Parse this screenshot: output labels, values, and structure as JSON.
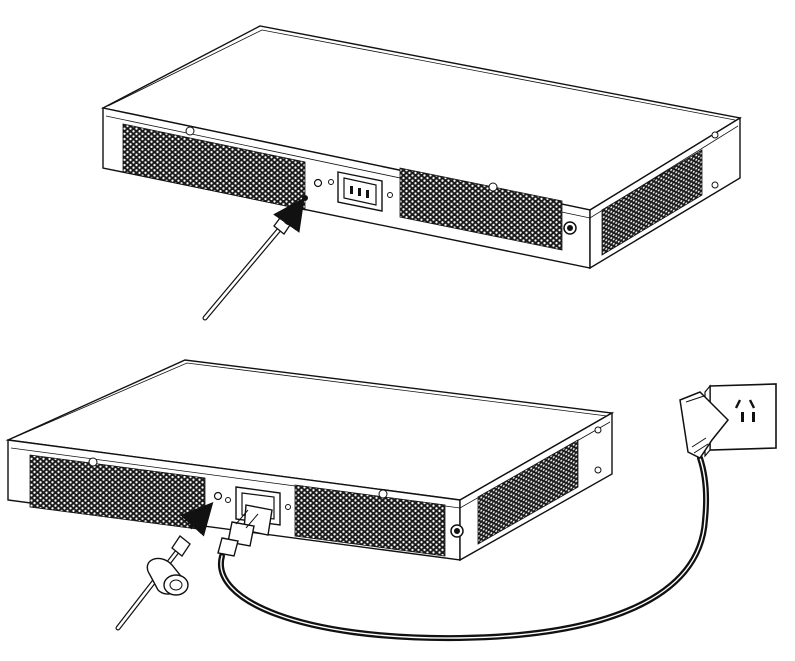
{
  "figure": {
    "steps": [
      {
        "device": "switch-chassis",
        "rear_features": [
          "vent-grille-left",
          "vent-grille-right",
          "ground-hole",
          "ac-power-inlet",
          "ground-screw",
          "side-vent"
        ],
        "accessory": "cable-tie"
      },
      {
        "device": "switch-chassis",
        "rear_features": [
          "vent-grille-left",
          "vent-grille-right",
          "ground-hole",
          "ac-power-inlet",
          "ground-screw",
          "side-vent"
        ],
        "accessory": "cable-tie-with-clip",
        "cable": "ac-power-cord",
        "outlet": "wall-power-socket"
      }
    ]
  },
  "colors": {
    "line": "#111111",
    "fill": "#ffffff",
    "vent": "#1a1a1a"
  }
}
